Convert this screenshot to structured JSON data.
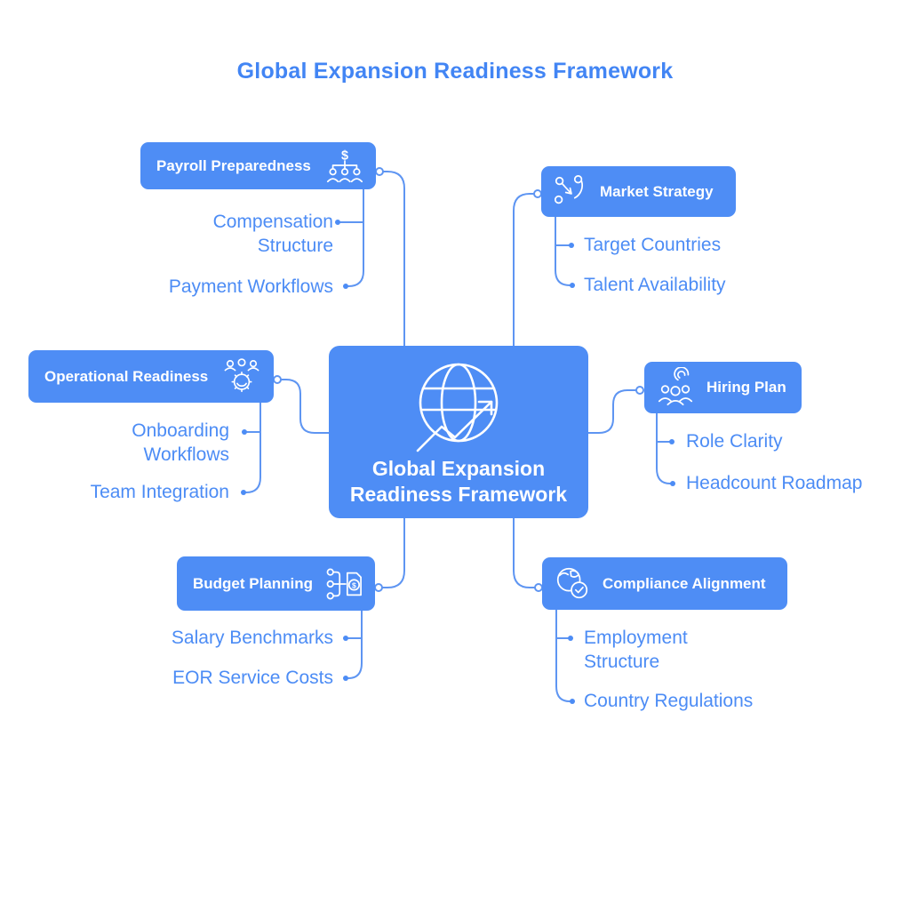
{
  "page": {
    "title": "Global Expansion Readiness Framework"
  },
  "center": {
    "line1": "Global Expansion",
    "line2": "Readiness Framework",
    "icon": "globe-growth-icon"
  },
  "branches": [
    {
      "label": "Payroll Preparedness",
      "icon": "payroll-hierarchy-icon",
      "children": [
        "Compensation Structure",
        "Payment Workflows"
      ]
    },
    {
      "label": "Market Strategy",
      "icon": "strategy-paths-icon",
      "children": [
        "Target Countries",
        "Talent Availability"
      ]
    },
    {
      "label": "Operational Readiness",
      "icon": "team-gear-icon",
      "children": [
        "Onboarding Workflows",
        "Team Integration"
      ]
    },
    {
      "label": "Hiring Plan",
      "icon": "hiring-people-icon",
      "children": [
        "Role Clarity",
        "Headcount Roadmap"
      ]
    },
    {
      "label": "Budget Planning",
      "icon": "budget-document-icon",
      "children": [
        "Salary Benchmarks",
        "EOR Service Costs"
      ]
    },
    {
      "label": "Compliance Alignment",
      "icon": "globe-check-icon",
      "children": [
        "Employment Structure",
        "Country Regulations"
      ]
    }
  ],
  "colors": {
    "node_fill": "#4E8DF5",
    "title_text": "#4285F4",
    "branch_text": "#4C8CF5",
    "connector": "#5E95F2",
    "background": "#FFFFFF"
  }
}
